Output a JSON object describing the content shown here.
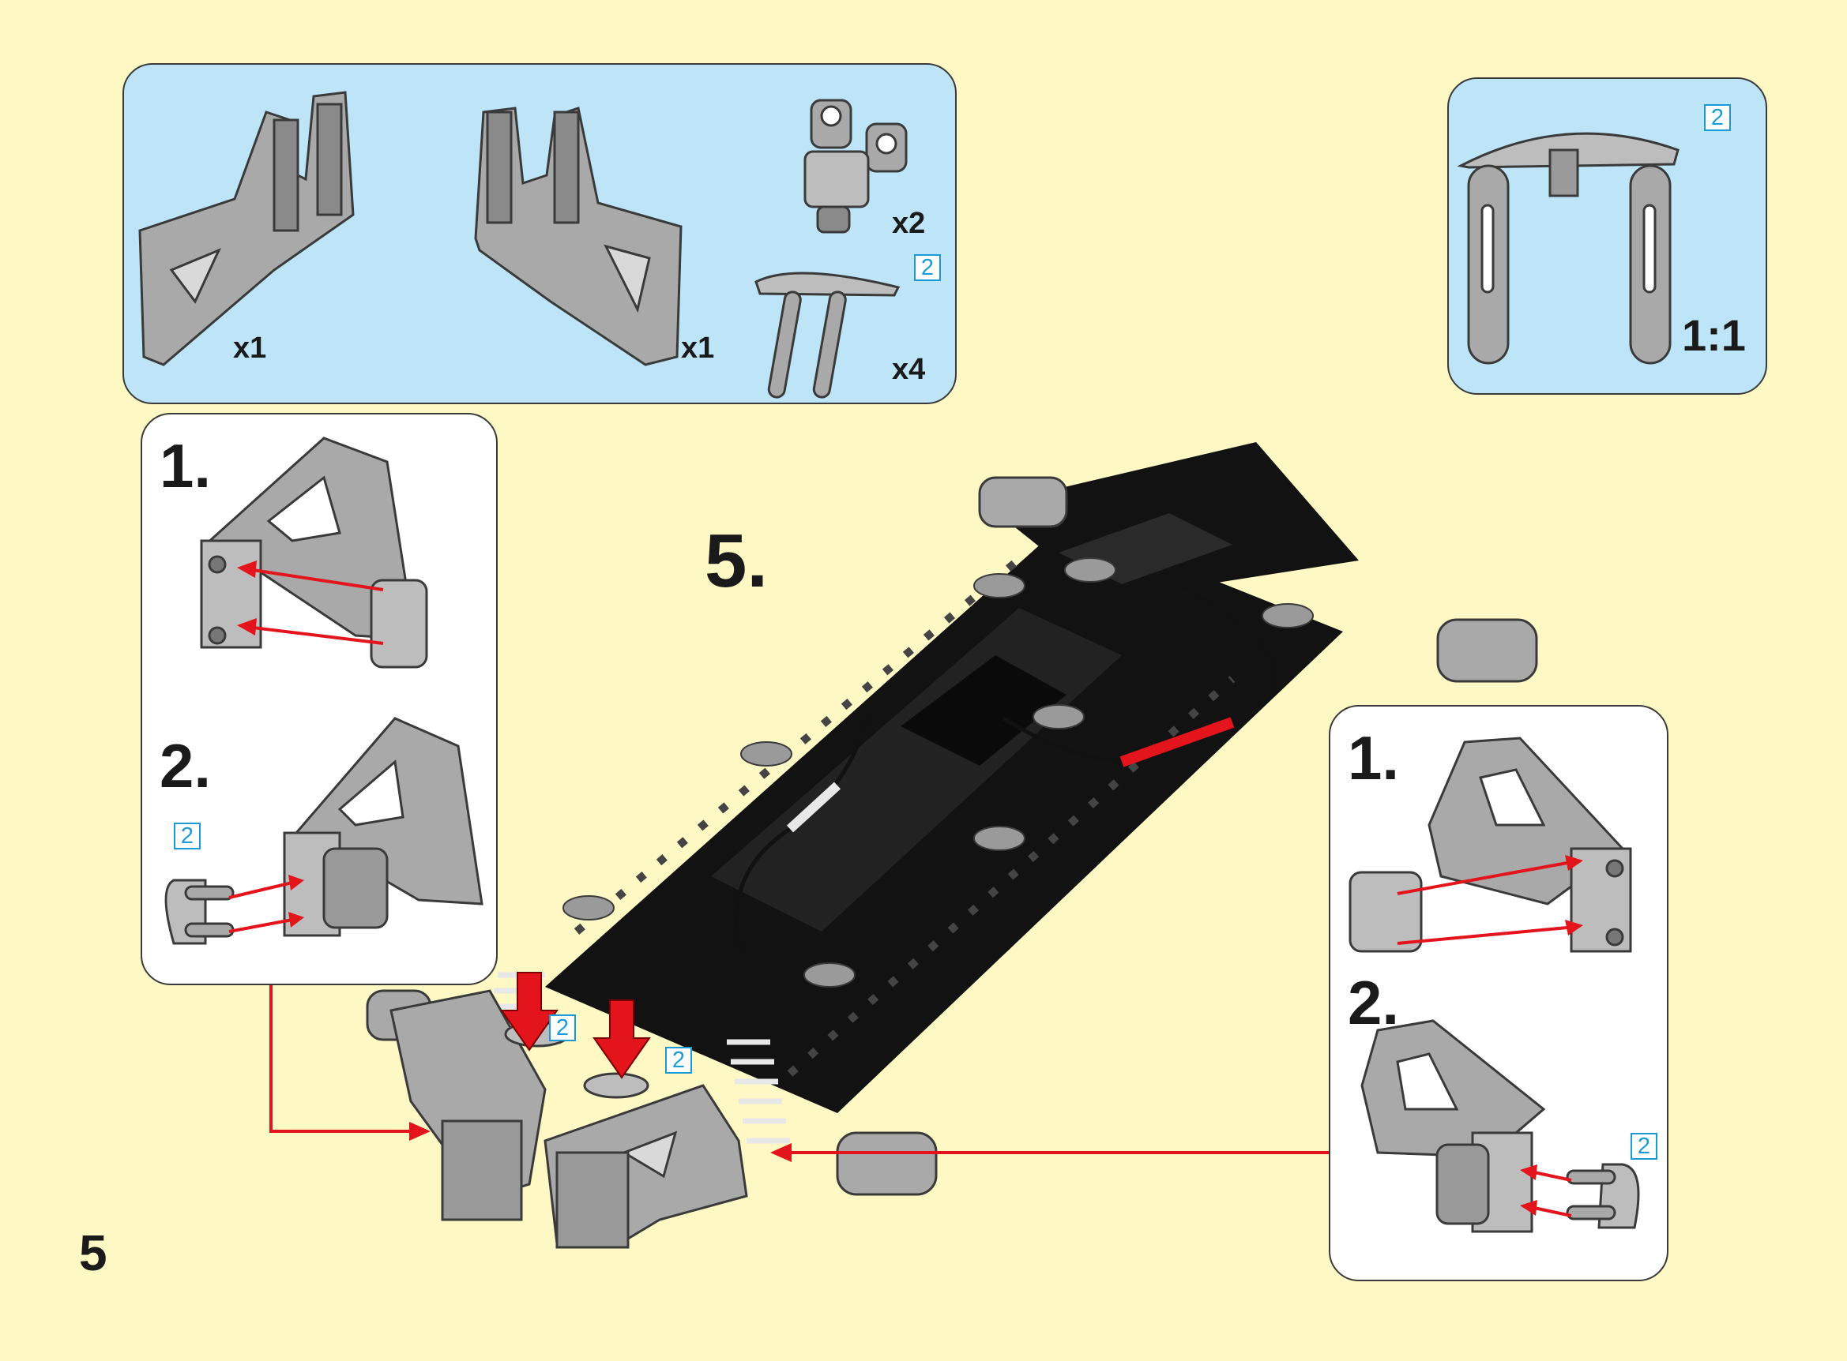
{
  "page": {
    "number": "5",
    "step_label": "5."
  },
  "parts_panel": {
    "items": [
      {
        "name": "left-fender-part",
        "qty": "x1"
      },
      {
        "name": "right-fender-part",
        "qty": "x1"
      },
      {
        "name": "connector-part",
        "qty": "x2"
      },
      {
        "name": "pin-part",
        "qty": "x4",
        "size_badge": "2"
      }
    ]
  },
  "scale_panel": {
    "badge": "2",
    "ratio": "1:1"
  },
  "substep_left": {
    "step1": "1.",
    "step2": "2.",
    "badge": "2"
  },
  "substep_right": {
    "step1": "1.",
    "step2": "2.",
    "badge": "2"
  },
  "main_assembly": {
    "badge_a": "2",
    "badge_b": "2"
  },
  "colors": {
    "background": "#fdf8c4",
    "panel_blue": "#bde5f7",
    "arrow": "#e3141b",
    "badge": "#1b9bd6",
    "part_grey": "#a9a9a9",
    "chassis": "#121212"
  }
}
